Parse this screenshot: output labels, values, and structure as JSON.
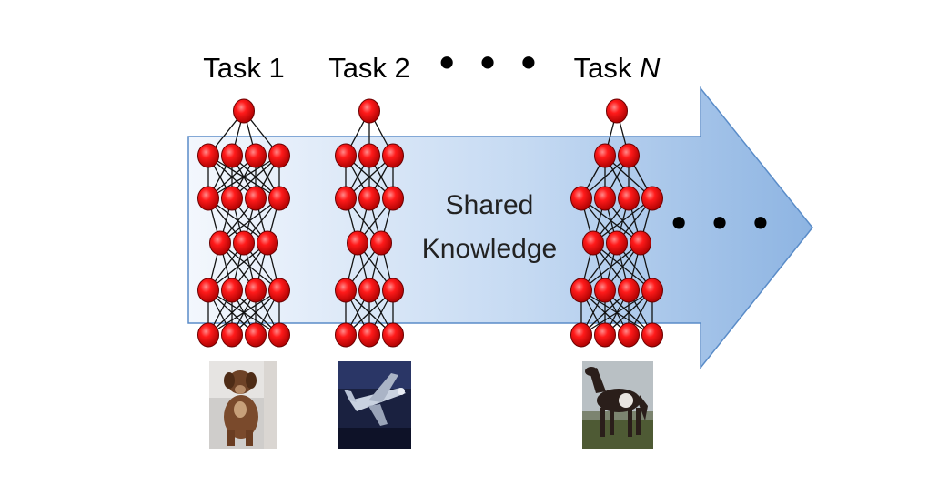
{
  "header": {
    "task1": "Task 1",
    "task2": "Task 2",
    "taskN_prefix": "Task ",
    "taskN_var": "N",
    "dots": "• • •"
  },
  "arrow": {
    "label_line1": "Shared",
    "label_line2": "Knowledge",
    "trailing_dots": "• • •"
  },
  "networks": [
    {
      "name": "network-task-1",
      "layers": [
        1,
        4,
        4,
        3,
        4,
        4
      ],
      "image": "dog"
    },
    {
      "name": "network-task-2",
      "layers": [
        1,
        3,
        3,
        2,
        3,
        3
      ],
      "image": "airplane"
    },
    {
      "name": "network-task-n",
      "layers": [
        1,
        2,
        4,
        3,
        4,
        4
      ],
      "image": "horse"
    }
  ],
  "colors": {
    "arrow_fill_start": "#f3f7fd",
    "arrow_fill_end": "#8db4e2",
    "arrow_stroke": "#5a8cc8",
    "node_fill": "#e00000",
    "node_stroke": "#6b0000"
  }
}
